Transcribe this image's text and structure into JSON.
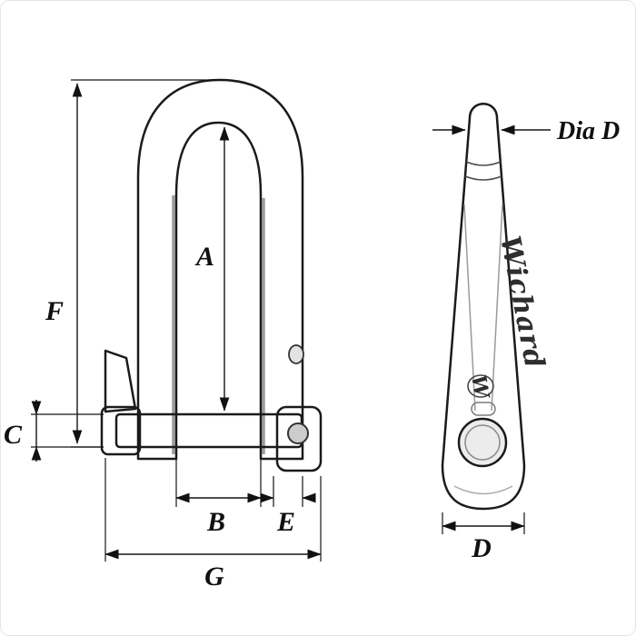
{
  "page": {
    "background": "#ffffff",
    "frame_color": "#e4e4e4"
  },
  "diagram": {
    "type": "technical-dimension-drawing",
    "subject": "key pin shackle, front and side views",
    "brand": "Wichard",
    "logo_letter": "W",
    "labels": {
      "A": "A",
      "B": "B",
      "C": "C",
      "D": "D",
      "E": "E",
      "F": "F",
      "G": "G",
      "dia_d": "Dia D"
    },
    "colors": {
      "line": "#1b1b1b",
      "dimension": "#101010",
      "metal_dark": "#8f8f8f",
      "metal_mid": "#d9d9d9",
      "metal_light": "#f6f6f6"
    }
  }
}
